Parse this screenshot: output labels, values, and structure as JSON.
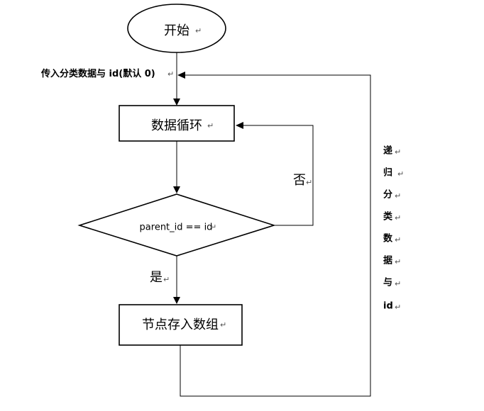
{
  "nodes": {
    "start": "开始",
    "loop": "数据循环",
    "condition": "parent_id == id",
    "store": "节点存入数组"
  },
  "edges": {
    "input_label": "传入分类数据与 id(默认 0)",
    "no_label": "否",
    "yes_label": "是",
    "recursion_chars": [
      "递",
      "归",
      "分",
      "类",
      "数",
      "据",
      "与",
      "id"
    ]
  },
  "paragraph_mark": "↵"
}
